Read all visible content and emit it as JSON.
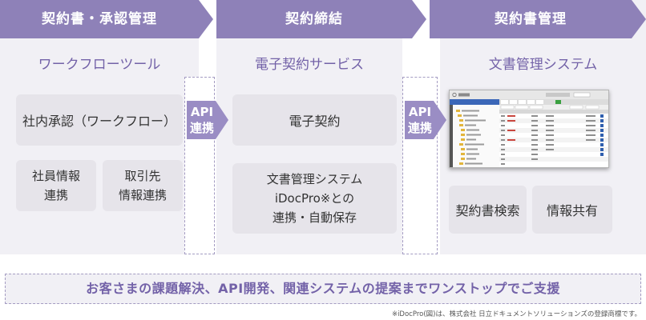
{
  "columns": [
    {
      "header": "契約書・承認管理",
      "subtitle": "ワークフローツール",
      "main_box": "社内承認（ワークフロー）",
      "small_boxes": [
        {
          "line1": "社員情報",
          "line2": "連携"
        },
        {
          "line1": "取引先",
          "line2": "情報連携"
        }
      ]
    },
    {
      "header": "契約締結",
      "subtitle": "電子契約サービス",
      "main_box": "電子契約",
      "detail_box": {
        "line1": "文書管理システム",
        "line2": "iDocPro※との",
        "line3": "連携・自動保存"
      }
    },
    {
      "header": "契約書管理",
      "subtitle": "文書管理システム",
      "small_boxes": [
        {
          "label": "契約書検索"
        },
        {
          "label": "情報共有"
        }
      ]
    }
  ],
  "api_links": [
    {
      "line1": "API",
      "line2": "連携"
    },
    {
      "line1": "API",
      "line2": "連携"
    }
  ],
  "bottom_banner": "お客さまの課題解決、API開発、関連システムの提案までワンストップでご支援",
  "footnote": "※iDocPro(図)は、株式会社 日立ドキュメントソリューションズの登録商標です。",
  "colors": {
    "header_purple": "#8e81b8",
    "subtitle_purple": "#7362a8",
    "column_bg": "#f1f0f5",
    "box_bg": "#e6e4ea",
    "api_arrow": "#9a8dc4"
  }
}
